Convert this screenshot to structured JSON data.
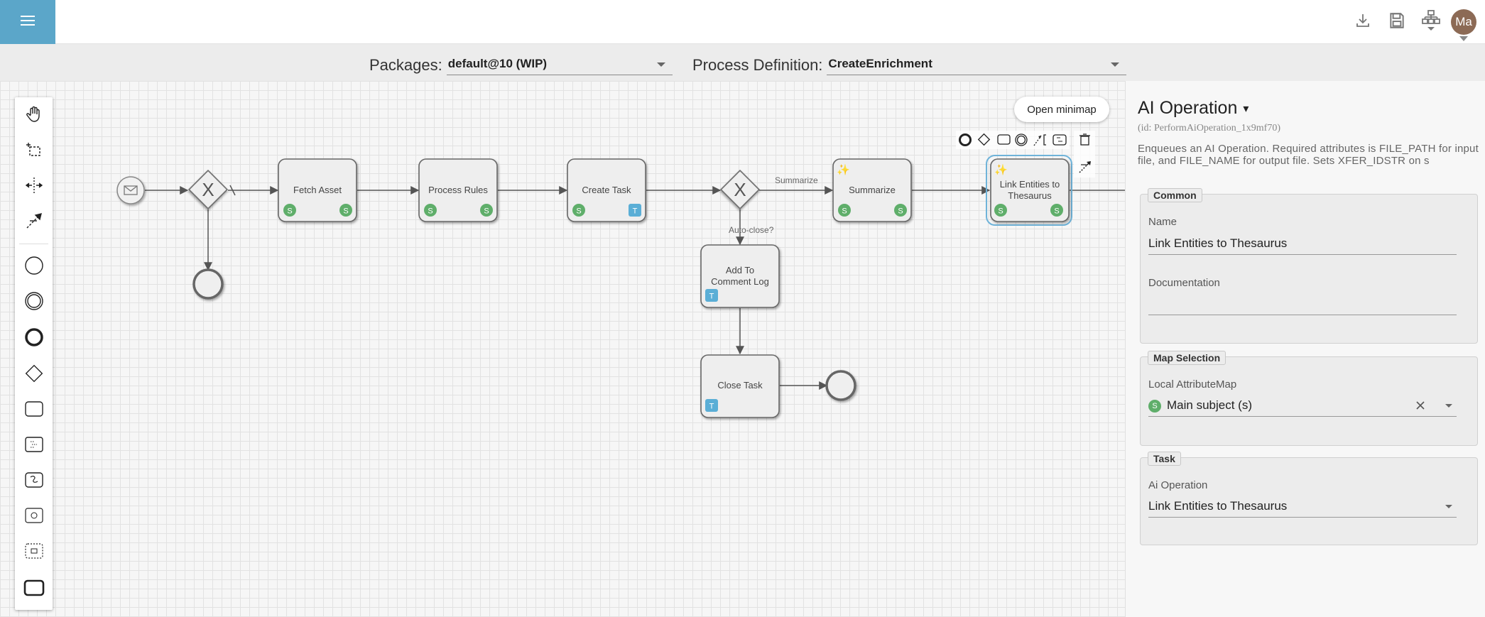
{
  "topbar": {
    "menu_icon": "hamburger-icon",
    "icons": [
      "download-icon",
      "save-icon",
      "hierarchy-icon"
    ],
    "avatar_initials": "Ma"
  },
  "selectors": {
    "packages_label": "Packages:",
    "packages_value": "default@10 (WIP)",
    "process_label": "Process Definition:",
    "process_value": "CreateEnrichment"
  },
  "canvas": {
    "minimap_label": "Open minimap",
    "palette": [
      "hand-tool-icon",
      "lasso-tool-icon",
      "space-tool-icon",
      "connect-tool-icon",
      "start-event-icon",
      "intermediate-event-icon",
      "end-event-icon",
      "gateway-icon",
      "task-icon",
      "subprocess-collapsed-icon",
      "subprocess-expanded-icon",
      "data-object-icon",
      "group-icon",
      "participant-icon"
    ],
    "context_pad": [
      "end-event-icon",
      "gateway-icon",
      "task-icon",
      "intermediate-event-icon",
      "connect-icon",
      "annotation-icon",
      "replace-icon",
      "delete-icon",
      "wrench-icon"
    ],
    "tasks": {
      "fetch_asset": "Fetch Asset",
      "process_rules": "Process Rules",
      "create_task": "Create Task",
      "summarize": "Summarize",
      "link_entities_1": "Link Entities to",
      "link_entities_2": "Thesaurus",
      "add_comment_1": "Add To",
      "add_comment_2": "Comment Log",
      "close_task": "Close Task"
    },
    "flow_labels": {
      "summarize": "Summarize",
      "auto_close": "Auto-close?"
    },
    "markers": {
      "s": "S",
      "t": "T",
      "x": "X"
    },
    "sparkle": "✨"
  },
  "panel": {
    "title": "AI Operation",
    "title_caret": "▾",
    "id_text": "(id: PerformAiOperation_1x9mf70)",
    "description": "Enqueues an AI Operation. Required attributes is FILE_PATH for input file, and FILE_NAME for output file. Sets XFER_IDSTR on s",
    "common": {
      "legend": "Common",
      "name_label": "Name",
      "name_value": "Link Entities to Thesaurus",
      "doc_label": "Documentation",
      "doc_value": ""
    },
    "map_selection": {
      "legend": "Map Selection",
      "local_label": "Local AttributeMap",
      "local_badge": "S",
      "local_value": "Main subject (s)"
    },
    "task": {
      "legend": "Task",
      "ai_label": "Ai Operation",
      "ai_value": "Link Entities to Thesaurus"
    }
  }
}
